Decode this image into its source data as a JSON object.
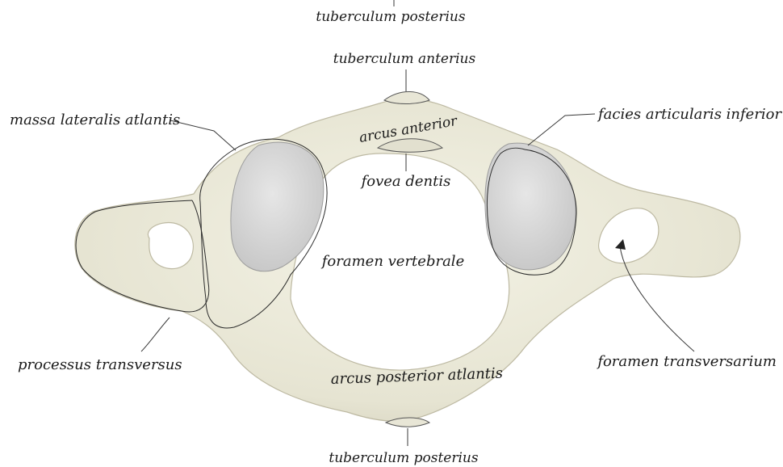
{
  "labels": {
    "top_tuberculum_posterius": "tuberculum posterius",
    "tuberculum_anterius": "tuberculum anterius",
    "massa_lateralis_atlantis": "massa lateralis atlantis",
    "facies_articularis_inferior": "facies articularis inferior",
    "arcus_anterior": "arcus anterior",
    "fovea_dentis": "fovea dentis",
    "foramen_vertebrale": "foramen vertebrale",
    "processus_transversus": "processus transversus",
    "foramen_transversarium": "foramen transversarium",
    "arcus_posterior_atlantis": "arcus posterior atlantis",
    "bottom_tuberculum_posterius": "tuberculum posterius"
  },
  "colors": {
    "bone": "#ecebdc",
    "bone_shadow": "#d2d0bd",
    "facet": "#d9d9d9",
    "background": "#ffffff"
  }
}
